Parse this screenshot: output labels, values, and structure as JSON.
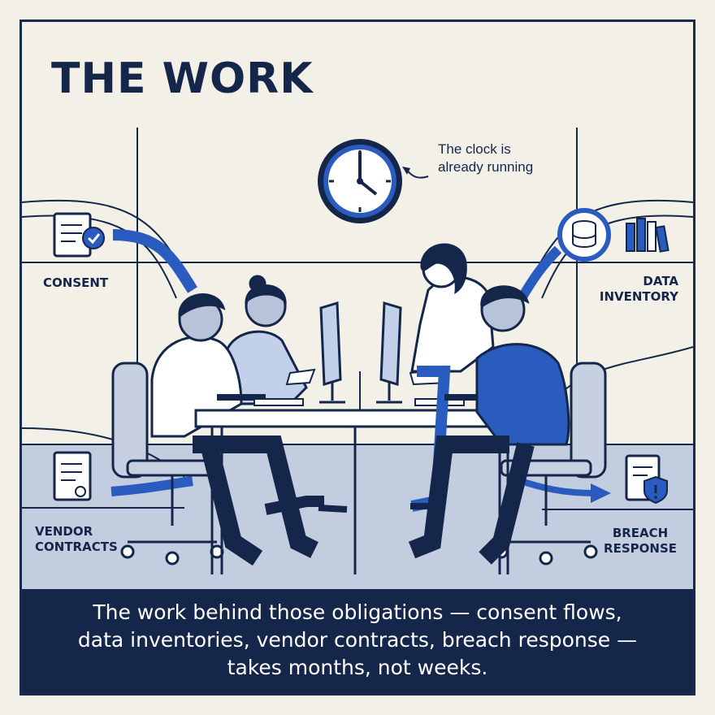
{
  "title": "THE WORK",
  "annotation": {
    "line1": "The clock is",
    "line2": "already running"
  },
  "labels": {
    "consent": "CONSENT",
    "data_inventory": {
      "line1": "DATA",
      "line2": "INVENTORY"
    },
    "vendor_contracts": {
      "line1": "VENDOR",
      "line2": "CONTRACTS"
    },
    "breach_response": {
      "line1": "BREACH",
      "line2": "RESPONSE"
    }
  },
  "caption": {
    "line1": "The work behind those obligations — consent flows,",
    "line2": "data inventories, vendor contracts, breach response —",
    "line3": "takes months, not weeks."
  },
  "icons": [
    "document-check-icon",
    "database-icon",
    "binders-icon",
    "contract-icon",
    "document-shield-icon",
    "wall-clock-icon"
  ],
  "colors": {
    "navy": "#14264a",
    "blue": "#2a5cc0",
    "light_blue": "#b7c3d9",
    "cream": "#f3f0e7"
  }
}
